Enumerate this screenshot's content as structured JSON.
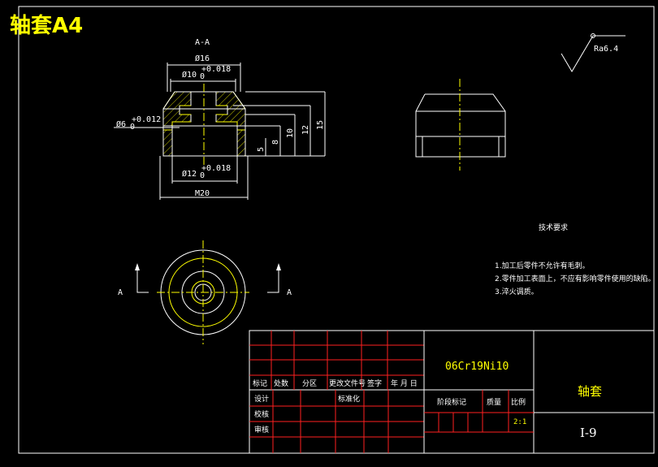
{
  "title": "轴套A4",
  "section_label": "A-A",
  "dims": {
    "d16": "Ø16",
    "d10": "Ø10",
    "d10_tol": "+0.018",
    "d10_tol_low": "0",
    "d6": "Ø6",
    "d6_tol": "+0.012",
    "d6_tol_low": "0",
    "d12": "Ø12",
    "d12_tol": "+0.018",
    "d12_tol_low": "0",
    "m20": "M20",
    "v5": "5",
    "v8": "8",
    "v10": "10",
    "v12": "12",
    "v15": "15"
  },
  "roughness": "Ra6.4",
  "section_marks": {
    "left": "A",
    "right": "A"
  },
  "tech": {
    "heading": "技术要求",
    "items": [
      "1.加工后零件不允许有毛刺。",
      "2.零件加工表面上，不应有影响零件使用的缺陷。",
      "3.淬火调质。"
    ]
  },
  "title_block": {
    "material": "06Cr19Ni10",
    "part_name": "轴套",
    "drawing_no": "I-9",
    "scale_value": "2:1",
    "headers": [
      "标记",
      "处数",
      "分区",
      "更改文件号",
      "签字",
      "年 月 日"
    ],
    "rows": [
      "设计",
      "校核",
      "审核"
    ],
    "standardize": "标准化",
    "stage_mark": "阶段标记",
    "mass": "质量",
    "scale": "比例"
  }
}
